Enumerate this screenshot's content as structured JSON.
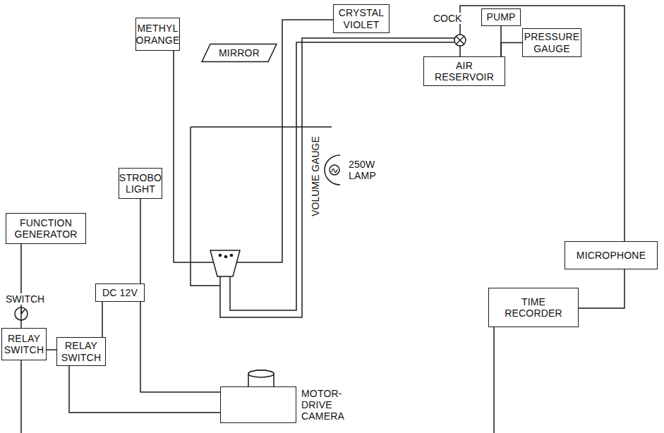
{
  "diagram": {
    "nodes": [
      {
        "text": [
          "METHYL ORANGE"
        ]
      },
      {
        "text": [
          "MIRROR"
        ]
      },
      {
        "text": [
          "CRYSTAL VIOLET"
        ]
      },
      {
        "text": [
          "PUMP"
        ]
      },
      {
        "text": [
          "PRESSURE GAUGE"
        ]
      },
      {
        "text": [
          "AIR RESERVOIR"
        ]
      },
      {
        "text": [
          "STROBO LIGHT"
        ]
      },
      {
        "text": [
          "250W LAMP"
        ]
      },
      {
        "text": [
          "FUNCTION GENERATOR"
        ]
      },
      {
        "text": [
          "MICROPHONE"
        ]
      },
      {
        "text": [
          "TIME RECORDER"
        ]
      },
      {
        "text": [
          "DC 12V"
        ]
      },
      {
        "text": [
          "RELAY SWITCH"
        ]
      },
      {
        "text": [
          "RELAY SWITCH"
        ]
      },
      {
        "text": [
          "MOTOR-DRIVE CAMERA"
        ]
      }
    ],
    "edges": [
      {
        "from": 3,
        "to": 5,
        "arrow": "none"
      },
      {
        "from": 4,
        "to": 5,
        "arrow": "none"
      },
      {
        "from": 8,
        "to": 12,
        "arrow": "none"
      },
      {
        "from": 12,
        "to": 13,
        "arrow": "none"
      },
      {
        "from": 11,
        "to": 13,
        "arrow": "none"
      },
      {
        "from": 13,
        "to": 14,
        "arrow": "none"
      },
      {
        "from": 6,
        "to": 14,
        "arrow": "none"
      },
      {
        "from": 9,
        "to": 10,
        "arrow": "none"
      }
    ],
    "labels": [
      "COCK",
      "VOLUME GAUGE",
      "SWITCH"
    ]
  }
}
